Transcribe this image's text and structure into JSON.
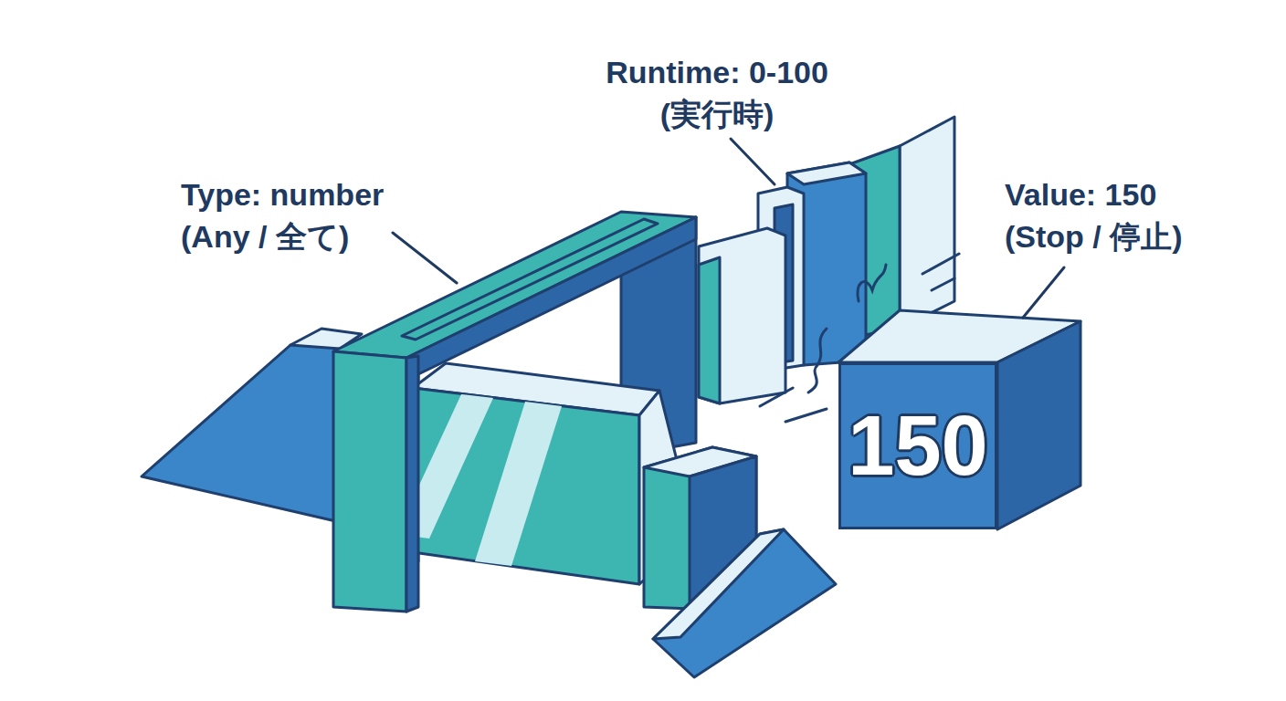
{
  "diagram": {
    "nodes": [
      {
        "text": [
          "150"
        ]
      }
    ],
    "labels": [
      "Runtime: 0-100 (実行時)",
      "Type: number (Any / 全て)",
      "Value: 150 (Stop / 停止)"
    ]
  }
}
